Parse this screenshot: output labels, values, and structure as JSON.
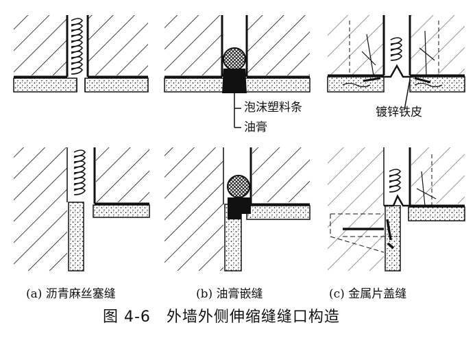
{
  "figure": {
    "caption": "图 4-6　外墙外侧伸缩缝缝口构造",
    "panels": [
      {
        "id": "a",
        "label": "(a) 沥青麻丝塞缝"
      },
      {
        "id": "b",
        "label": "(b) 油膏嵌缝"
      },
      {
        "id": "c",
        "label": "(c) 金属片盖缝"
      }
    ],
    "callouts": {
      "foam": "泡沫塑料条",
      "mastic": "油膏",
      "galvanized": "镀锌铁皮"
    }
  },
  "colors": {
    "ink": "#111111",
    "background": "#ffffff"
  }
}
